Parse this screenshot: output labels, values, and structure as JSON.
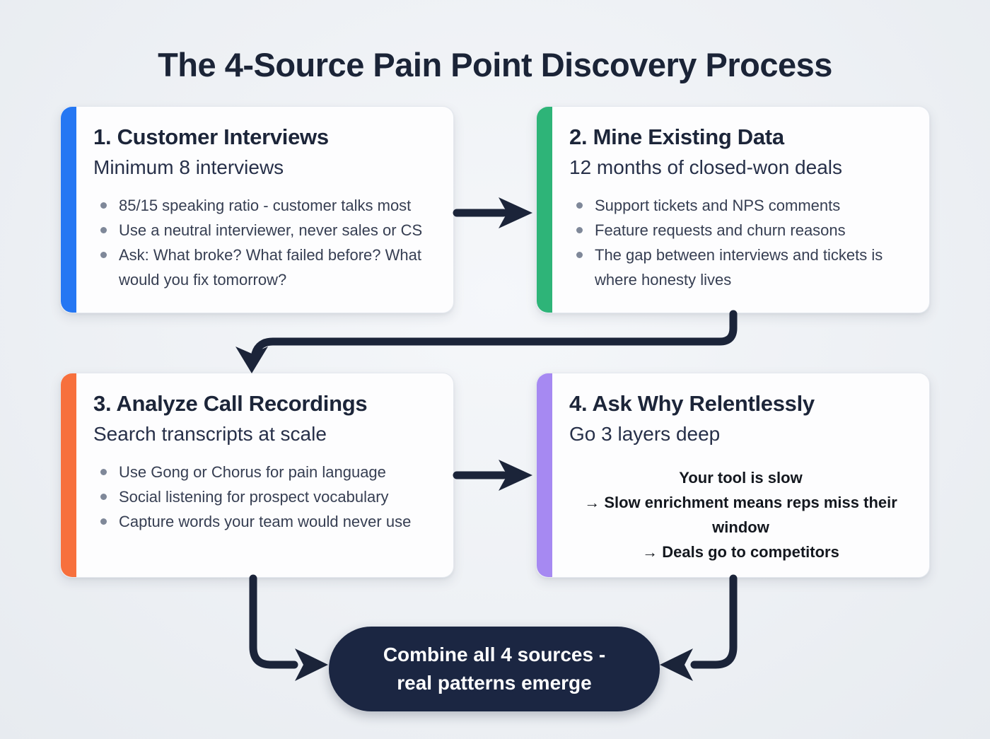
{
  "title": "The 4-Source Pain Point Discovery Process",
  "cards": [
    {
      "heading": "1. Customer Interviews",
      "subtitle": "Minimum 8 interviews",
      "accent_color": "#2577f3",
      "bullets": [
        "85/15 speaking ratio - customer talks most",
        "Use a neutral interviewer, never sales or CS",
        "Ask: What broke? What failed before? What would you fix tomorrow?"
      ]
    },
    {
      "heading": "2. Mine Existing Data",
      "subtitle": "12 months of closed-won deals",
      "accent_color": "#2eb478",
      "bullets": [
        "Support tickets and NPS comments",
        "Feature requests and churn reasons",
        "The gap between interviews and tickets is where honesty lives"
      ]
    },
    {
      "heading": "3. Analyze Call Recordings",
      "subtitle": "Search transcripts at scale",
      "accent_color": "#f7703d",
      "bullets": [
        "Use Gong or Chorus for pain language",
        "Social listening for prospect vocabulary",
        "Capture words your team would never use"
      ]
    },
    {
      "heading": "4. Ask Why Relentlessly",
      "subtitle": "Go 3 layers deep",
      "accent_color": "#a689f2",
      "why_chain": [
        "Your tool is slow",
        "→ Slow enrichment means reps miss their window",
        "→ Deals go to competitors"
      ]
    }
  ],
  "conclusion": {
    "text_line1": "Combine all 4 sources -",
    "text_line2": "real patterns emerge"
  },
  "colors": {
    "background": "#edf0f4",
    "arrow": "#1b2439",
    "title_text": "#1b2437",
    "heading_text": "#1c2539",
    "subtitle_text": "#273049",
    "bullet_text": "#363e52",
    "pill_bg": "#1b2642",
    "pill_text": "#ffffff"
  }
}
